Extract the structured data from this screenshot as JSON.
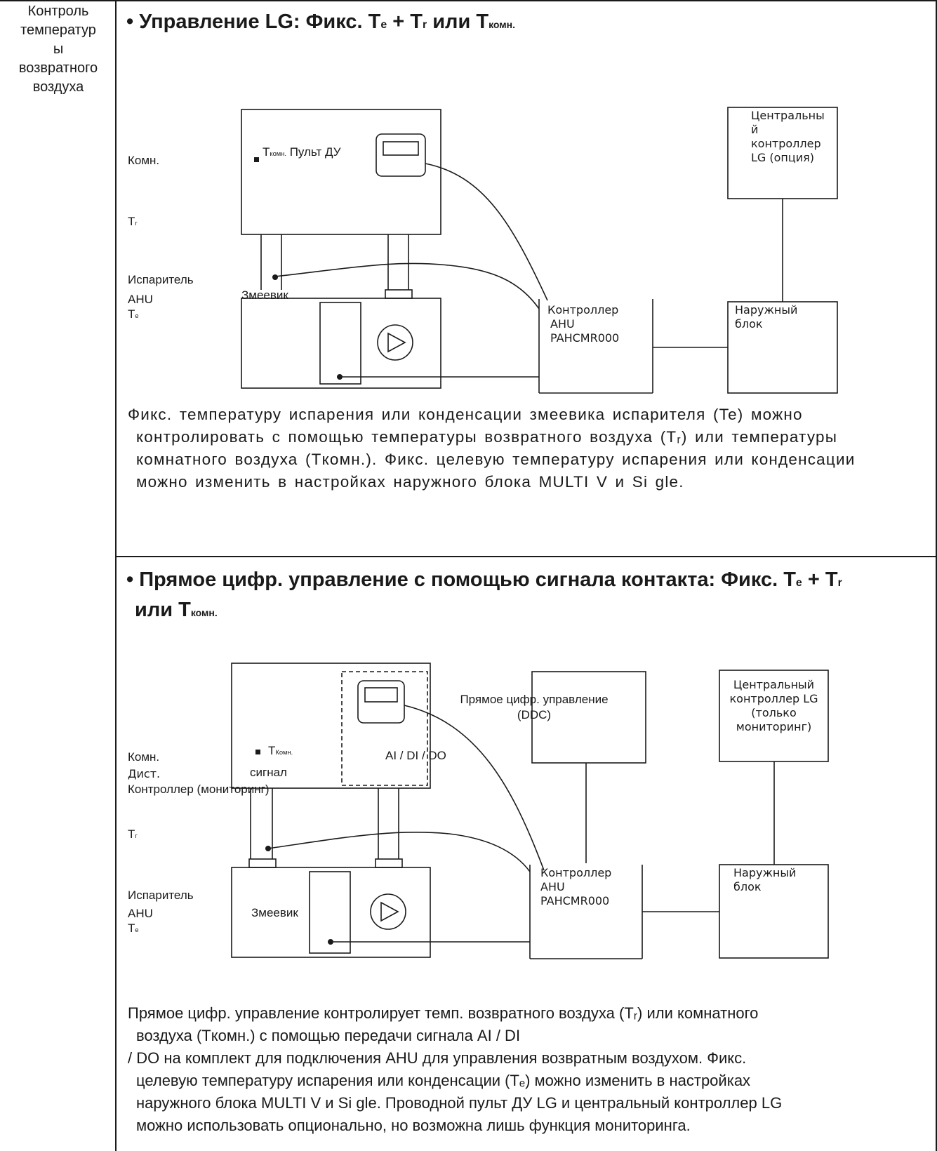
{
  "row_label": [
    "Контроль",
    "температур",
    "ы",
    "возвратного",
    "воздуха"
  ],
  "section1": {
    "title_prefix": "• Управление LG: Фикс. T",
    "sub_e": "e",
    "plus": " + T",
    "sub_r": "r",
    "or": " или T",
    "sub_room": "комн.",
    "labels": {
      "room": "Комн.",
      "tr": "T",
      "tr_sub": "r",
      "evap": "Испаритель",
      "ahu": "AHU",
      "te": "T",
      "te_sub": "e",
      "troom": "T",
      "troom_sub": "комн.",
      "remote": " Пульт ДУ",
      "coil": "Змеевик",
      "controller_lines": [
        "Контроллер",
        "AHU",
        "PAHCMR000"
      ],
      "central_lines": [
        "Центральны",
        "й",
        "контроллер",
        "LG (опция)"
      ],
      "outdoor_lines": [
        "Наружный",
        "блок"
      ]
    },
    "paragraph": [
      "Фикс. температуру испарения или конденсации змеевика испарителя (Te) можно",
      "контролировать с помощью температуры возвратного воздуха (Tᵣ) или температуры",
      "комнатного воздуха (Tкомн.). Фикс. целевую температуру испарения или конденсации",
      "можно изменить в настройках наружного блока MULTI V и Si gle."
    ]
  },
  "section2": {
    "title_line1": "• Прямое цифр. управление с помощью сигнала контакта: Фикс. T",
    "sub_e": "e",
    "plus": " + T",
    "sub_r": "r",
    "title_line2": "или T",
    "sub_room": "комн.",
    "labels": {
      "room": "Комн.",
      "dist": "Дист.",
      "controller_mon": "Контроллер (мониторинг)",
      "troom": "T",
      "troom_sub": "Комн.",
      "signal": "сигнал",
      "aidido": "AI / DI / DO",
      "ddc_lines": [
        "Прямое цифр. управление",
        "(DDC)"
      ],
      "central_lines": [
        "Центральный",
        "контроллер LG",
        "(только",
        "мониторинг)"
      ],
      "tr": "T",
      "tr_sub": "r",
      "evap": "Испаритель",
      "ahu": "AHU",
      "te": "T",
      "te_sub": "e",
      "coil": "Змеевик",
      "controller_lines": [
        "Контроллер",
        "AHU",
        "PAHCMR000"
      ],
      "outdoor_lines": [
        "Наружный",
        "блок"
      ]
    },
    "paragraph": [
      "Прямое цифр. управление контролирует темп. возвратного воздуха (Tᵣ) или комнатного",
      "воздуха (Tкомн.) с помощью передачи сигнала AI / DI",
      "/ DO на комплект для подключения AHU для управления возвратным воздухом. Фикс.",
      "целевую температуру испарения или конденсации (Tₑ) можно изменить в настройках",
      "наружного блока MULTI V и Si gle. Проводной пульт ДУ LG и центральный контроллер LG",
      "можно использовать опционально, но возможна лишь функция мониторинга."
    ]
  }
}
